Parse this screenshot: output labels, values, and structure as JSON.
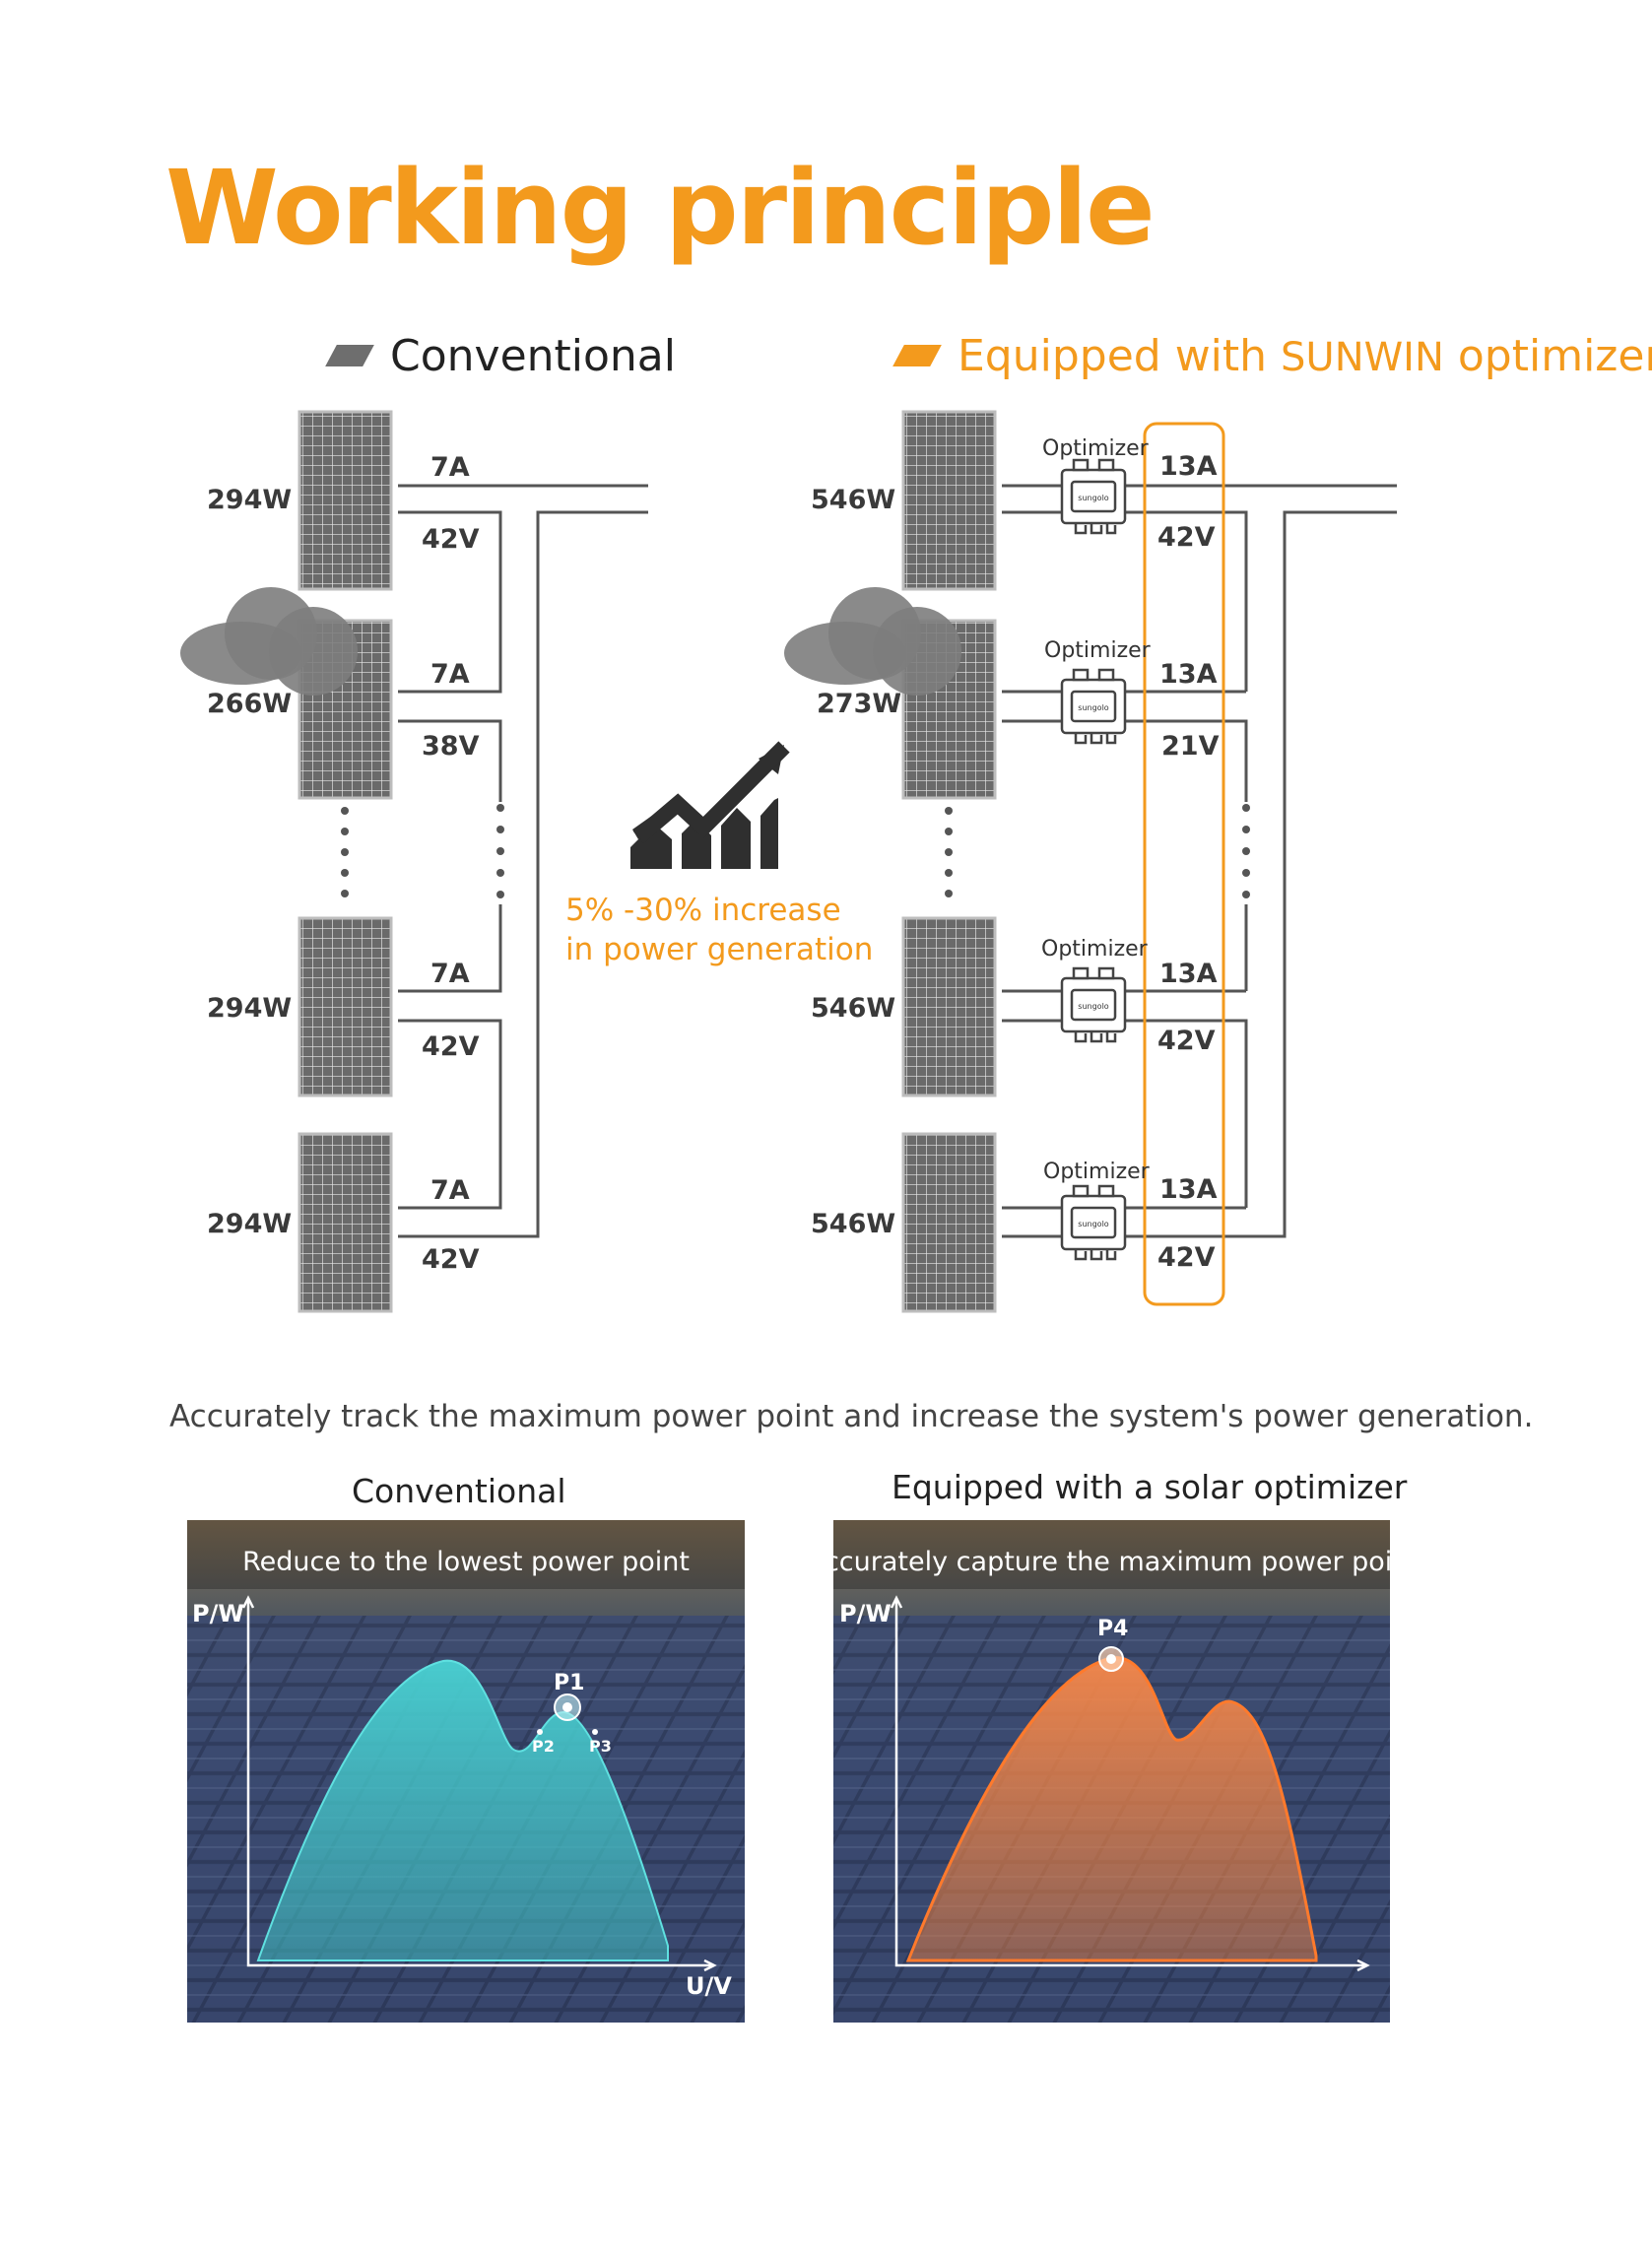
{
  "title": "Working principle",
  "conventional": {
    "heading": "Conventional",
    "panels": [
      {
        "power": "294W",
        "current": "7A",
        "voltage": "42V"
      },
      {
        "power": "266W",
        "current": "7A",
        "voltage": "38V"
      },
      {
        "power": "294W",
        "current": "7A",
        "voltage": "42V"
      },
      {
        "power": "294W",
        "current": "7A",
        "voltage": "42V"
      }
    ]
  },
  "optimizer": {
    "heading_prefix": "Equipped with ",
    "heading_brand": "SUNWIN",
    "heading_suffix": " optimizer",
    "device_label": "Optimizer",
    "device_logo": "sungolo",
    "panels": [
      {
        "power": "546W",
        "current": "13A",
        "voltage": "42V"
      },
      {
        "power": "273W",
        "current": "13A",
        "voltage": "21V"
      },
      {
        "power": "546W",
        "current": "13A",
        "voltage": "42V"
      },
      {
        "power": "546W",
        "current": "13A",
        "voltage": "42V"
      }
    ]
  },
  "increase": {
    "line1": "5% -30% increase",
    "line2": "in power generation"
  },
  "summary": "Accurately track the maximum power point and increase the system's power generation.",
  "photo_left": {
    "caption": "Conventional",
    "banner": "Reduce to the lowest power point",
    "y_axis": "P/W",
    "x_axis": "U/V",
    "points": [
      "P1",
      "P2",
      "P3"
    ],
    "curve_color": "#3FC6C9"
  },
  "photo_right": {
    "caption": "Equipped with a solar optimizer",
    "banner": "Accurately capture the maximum power point",
    "y_axis": "P/W",
    "points": [
      "P4"
    ],
    "curve_color": "#F2833A"
  },
  "icons": [
    "cloud-icon",
    "growth-chart-icon",
    "optimizer-device-icon"
  ],
  "colors": {
    "accent": "#F39A1D",
    "text": "#222222",
    "wire": "#555555"
  }
}
